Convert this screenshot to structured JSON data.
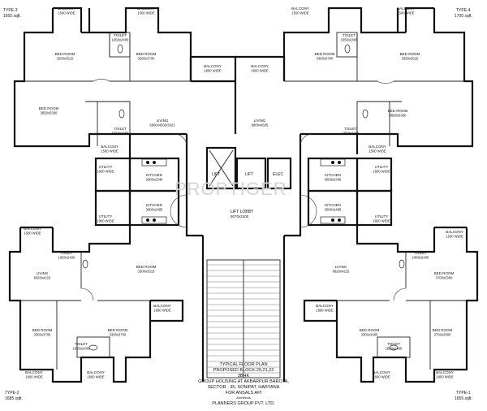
{
  "units": {
    "type3": {
      "name": "TYPE-3",
      "area": "1655 sqft."
    },
    "type4": {
      "name": "TYPE-4",
      "area": "1700 sqft."
    },
    "type2": {
      "name": "TYPE-2",
      "area": "1685 sqft."
    },
    "type1": {
      "name": "TYPE-1",
      "area": "1655 sqft."
    }
  },
  "rooms": [
    {
      "name": "BALCONY",
      "dims": "1500 WIDE"
    },
    {
      "name": "BALCONY",
      "dims": "1500 WIDE"
    },
    {
      "name": "TOILET",
      "dims": "1650x2400"
    },
    {
      "name": "BED ROOM",
      "dims": "3200x3515"
    },
    {
      "name": "BED ROOM",
      "dims": "3300x3700"
    },
    {
      "name": "BALCONY",
      "dims": "1800 WIDE"
    },
    {
      "name": "BED ROOM",
      "dims": "3650x3300"
    },
    {
      "name": "TOILET",
      "dims": "1650x2400"
    },
    {
      "name": "LIVING",
      "dims": "6800x4505/3023"
    },
    {
      "name": "BALCONY",
      "dims": "1500 WIDE"
    },
    {
      "name": "UTILITY",
      "dims": "1800 WIDE"
    },
    {
      "name": "KITCHEN",
      "dims": "3000x2346"
    },
    {
      "name": "UTILITY",
      "dims": "1800 WIDE"
    },
    {
      "name": "KITCHEN",
      "dims": "3000x2485"
    },
    {
      "name": "BALCONY",
      "dims": "1500 WIDE"
    },
    {
      "name": "BALCONY",
      "dims": "1500 WIDE"
    },
    {
      "name": "TOILET",
      "dims": "1650x2400"
    },
    {
      "name": "BED ROOM",
      "dims": "3300x3700"
    },
    {
      "name": "BED ROOM",
      "dims": "3300x3515"
    },
    {
      "name": "BALCONY",
      "dims": "1800 WIDE"
    },
    {
      "name": "LIVING",
      "dims": "6800x4505"
    },
    {
      "name": "BED ROOM",
      "dims": "3680x3300"
    },
    {
      "name": "TOILET",
      "dims": "1650x2400"
    },
    {
      "name": "BALCONY",
      "dims": "1500 WIDE"
    },
    {
      "name": "KITCHEN",
      "dims": "3000x2346"
    },
    {
      "name": "UTILITY",
      "dims": "1800 WIDE"
    },
    {
      "name": "KITCHEN",
      "dims": "3000x2485"
    },
    {
      "name": "UTILITY",
      "dims": "1800 WIDE"
    },
    {
      "name": "BALCONY",
      "dims": "1500 WIDE"
    },
    {
      "name": "TOILET",
      "dims": "1650x2400"
    },
    {
      "name": "BED ROOM",
      "dims": "3300x3515"
    },
    {
      "name": "LIVING",
      "dims": "6820x4215"
    },
    {
      "name": "BED ROOM",
      "dims": "3300x3700"
    },
    {
      "name": "BED ROOM",
      "dims": "3300x3700"
    },
    {
      "name": "BALCONY",
      "dims": "1860 WIDE"
    },
    {
      "name": "TOILET",
      "dims": "1650x2400"
    },
    {
      "name": "BALCONY",
      "dims": "1800 WIDE"
    },
    {
      "name": "BALCONY",
      "dims": "1800 WIDE"
    },
    {
      "name": "BALCONY",
      "dims": "1500 WIDE"
    },
    {
      "name": "TOILET",
      "dims": "1650x2400"
    },
    {
      "name": "LIVING",
      "dims": "6820x4215"
    },
    {
      "name": "BED ROOM",
      "dims": "3700x3300"
    },
    {
      "name": "BALCONY",
      "dims": "1860 WIDE"
    },
    {
      "name": "BED ROOM",
      "dims": "3300x3465"
    },
    {
      "name": "BED ROOM",
      "dims": "3700x3300"
    },
    {
      "name": "TOILET",
      "dims": "1650x2400"
    },
    {
      "name": "BALCONY",
      "dims": "1800 WIDE"
    },
    {
      "name": "BALCONY",
      "dims": "1800 WIDE"
    }
  ],
  "core": {
    "lift1": "LIFT",
    "lift2": "LIFT",
    "elec": "ELEC",
    "lobby_name": "LIFT LOBBY",
    "lobby_dims": "8070x2400"
  },
  "watermark": "PROPTIGER",
  "title_block": {
    "line1": "TYPICAL FLOOR PLAN",
    "line2": "PROPOSED BLOCK-20,21,22",
    "line3": "3BHK",
    "line4": "GROUP HOUSING AT AKBARPUR BAROTA,",
    "line5": "SECTOR - 35, SONIPAT, HARYANA",
    "line6": "FOR ANSALS API",
    "line7": "Architects",
    "line8": "PLANNERS GROUP PVT. LTD."
  }
}
